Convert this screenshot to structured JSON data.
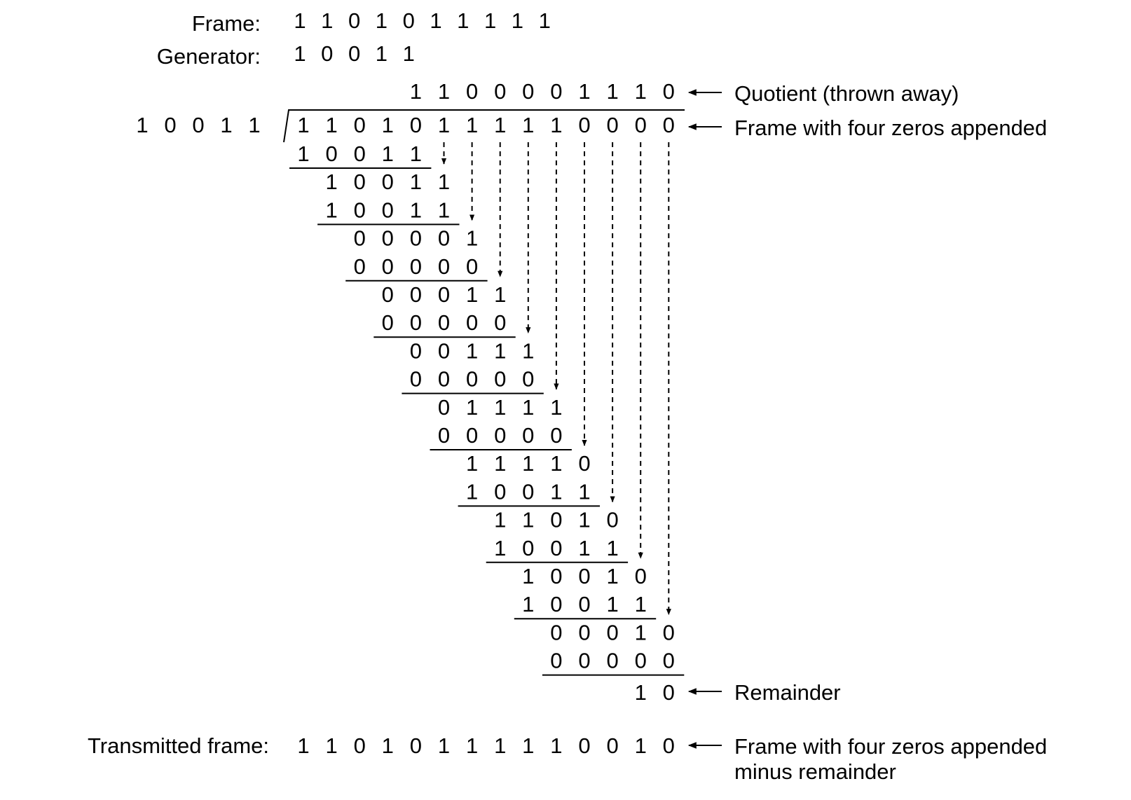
{
  "labels": {
    "frame": "Frame:",
    "generator": "Generator:",
    "transmitted": "Transmitted frame:"
  },
  "frame_bits": "1 1 0 1 0 1 1 1 1 1",
  "generator_bits": "1 0 0 1 1",
  "divisor_bits": "1 0 0 1 1",
  "quotient_bits": "1 1 0 0 0 0 1 1 1 0",
  "dividend_bits": "1 1 0 1 0 1 1 1 1 1 0 0 0 0",
  "division_steps": [
    "1 0 0 1 1",
    "1 0 0 1 1",
    "1 0 0 1 1",
    "0 0 0 0 1",
    "0 0 0 0 0",
    "0 0 0 1 1",
    "0 0 0 0 0",
    "0 0 1 1 1",
    "0 0 0 0 0",
    "0 1 1 1 1",
    "0 0 0 0 0",
    "1 1 1 1 0",
    "1 0 0 1 1",
    "1 1 0 1 0",
    "1 0 0 1 1",
    "1 0 0 1 0",
    "1 0 0 1 1",
    "0 0 0 1 0",
    "0 0 0 0 0"
  ],
  "remainder_bits": "1 0",
  "transmitted_bits": "1 1 0 1 0 1 1 1 1 1 0 0 1 0",
  "annotations": {
    "quotient": "Quotient (thrown away)",
    "dividend": "Frame with four zeros appended",
    "remainder": "Remainder",
    "transmitted_line1": "Frame with four zeros appended",
    "transmitted_line2": "minus remainder"
  }
}
